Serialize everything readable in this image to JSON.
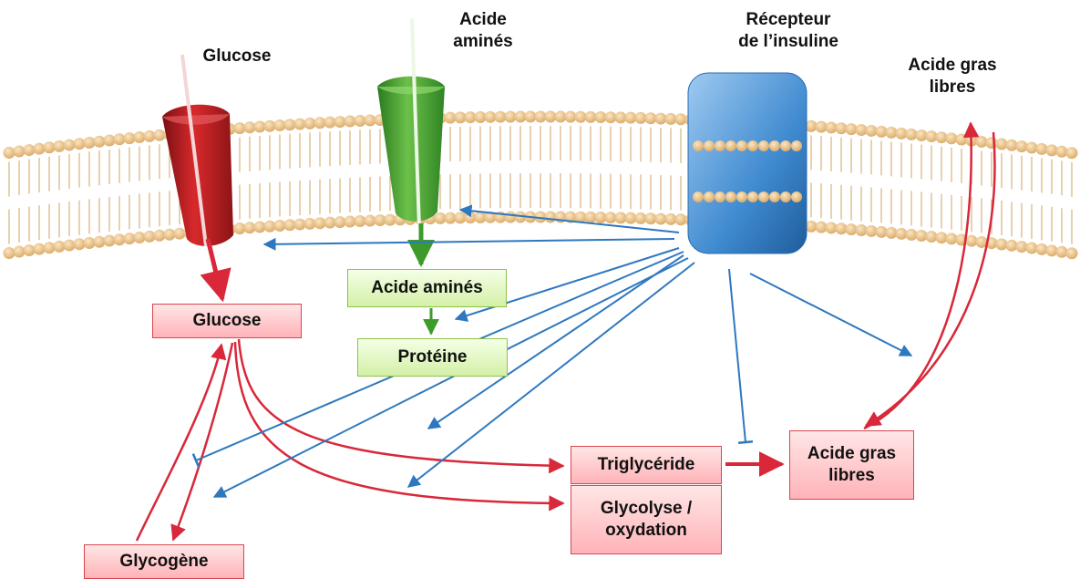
{
  "top_labels": {
    "glucose": "Glucose",
    "amino_acids": "Acide\naminés",
    "insulin_receptor": "Récepteur\nde l’insuline",
    "free_fatty_acids": "Acide gras\nlibres"
  },
  "boxes": {
    "amino_acids": "Acide aminés",
    "glucose": "Glucose",
    "protein": "Protéine",
    "triglyceride": "Triglycéride",
    "glycolysis": "Glycolyse /\noxydation",
    "free_fatty_acids": "Acide gras\nlibres",
    "glycogen": "Glycogène"
  },
  "colors": {
    "metabolic_arrow": "#d8283a",
    "insulin_signal_arrow": "#2e78bf",
    "transporter_glucose": "#b3191c",
    "transporter_amino": "#3d9b2c",
    "receptor": "#3f8ad0",
    "membrane_lipid_head": "#e7c48b"
  }
}
